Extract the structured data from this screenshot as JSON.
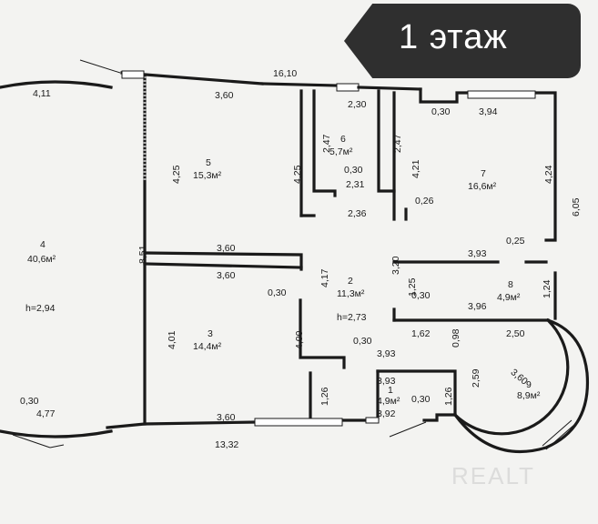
{
  "badge": {
    "text": "1 этаж"
  },
  "watermark": {
    "text": "REALT"
  },
  "dimensions": {
    "top_total": "16,10",
    "r5_top": "3,60",
    "r6_width": "2,30",
    "r7_gap": "0,30",
    "r7_top": "3,94",
    "r4_top": "4,11",
    "r5_diag": "4,25",
    "r5_right": "4,25",
    "r6_left": "2,47",
    "r6_right": "2,47",
    "r6_niche_a": "0,30",
    "r6_bottom": "2,31",
    "r6_sub": "2,36",
    "r7_left": "4,21",
    "r7_niche": "0,26",
    "r7_right": "4,24",
    "outer_right": "6,05",
    "r4_height": "8,51",
    "r5_bottom": "3,60",
    "r3_top": "3,60",
    "r2_left": "4,17",
    "r2_upper": "3,20",
    "r8_top": "3,93",
    "r8_gap": "0,25",
    "r2_gap": "1,25",
    "r2_gap2": "0,30",
    "r8_bottom": "3,96",
    "r8_right": "1,24",
    "r3_gap": "0,30",
    "r3_left": "4,01",
    "r3_right": "4,00",
    "r2_a": "1,62",
    "r2_b": "0,98",
    "r9_top": "2,50",
    "r2_c": "0,30",
    "r1_top": "3,93",
    "r1_w": "3,93",
    "r9_left": "2,59",
    "r9_radius": "3,60",
    "r1_left": "1,26",
    "r1_right": "1,26",
    "r1_gap": "0,30",
    "r3_bottom": "3,60",
    "r1_bottom": "3,92",
    "bottom_total": "13,32",
    "r4_gap": "0,30",
    "r4_bottom": "4,77"
  },
  "rooms": [
    {
      "num": "1",
      "area": "4,9м²"
    },
    {
      "num": "2",
      "area": "11,3м²",
      "height": "h=2,73"
    },
    {
      "num": "3",
      "area": "14,4м²"
    },
    {
      "num": "4",
      "area": "40,6м²",
      "height": "h=2,94"
    },
    {
      "num": "5",
      "area": "15,3м²"
    },
    {
      "num": "6",
      "area": "5,7м²"
    },
    {
      "num": "7",
      "area": "16,6м²"
    },
    {
      "num": "8",
      "area": "4,9м²"
    },
    {
      "num": "9",
      "area": "8,9м²"
    }
  ]
}
